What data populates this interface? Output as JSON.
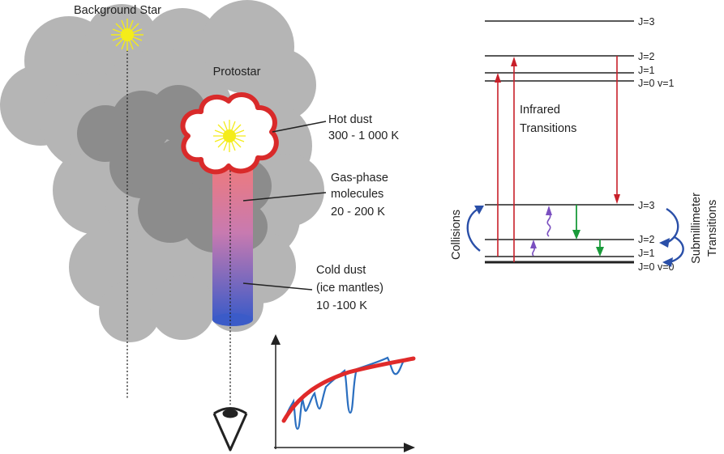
{
  "left_panel": {
    "background_star_label": "Background Star",
    "protostar_label": "Protostar",
    "hot_dust": {
      "line1": "Hot dust",
      "line2": "300 - 1 000 K"
    },
    "gas_phase": {
      "line1": "Gas-phase",
      "line2": "molecules",
      "line3": "20 - 200 K"
    },
    "cold_dust": {
      "line1": "Cold dust",
      "line2": "(ice mantles)",
      "line3": "10 -100 K"
    }
  },
  "right_panel": {
    "upper_levels": {
      "j3": "J=3",
      "j2": "J=2",
      "j1": "J=1",
      "j0": "J=0 v=1"
    },
    "lower_levels": {
      "j3": "J=3",
      "j2": "J=2",
      "j1": "J=1",
      "j0": "J=0 v=0"
    },
    "infrared_label": {
      "line1": "Infrared",
      "line2": "Transitions"
    },
    "collisions_label": "Collisions",
    "submm_label": {
      "line1": "Submillimeter",
      "line2": "Transitions"
    }
  },
  "colors": {
    "cloud_light": "#b5b5b5",
    "cloud_dark": "#8c8c8c",
    "star_yellow": "#f4ec1a",
    "infrared_red": "#c8202a",
    "submm_green": "#1a9a3a",
    "collision_purple": "#7a4fc0",
    "curve_blue": "#2b6fc0",
    "arc_blue": "#2a4fa8"
  }
}
